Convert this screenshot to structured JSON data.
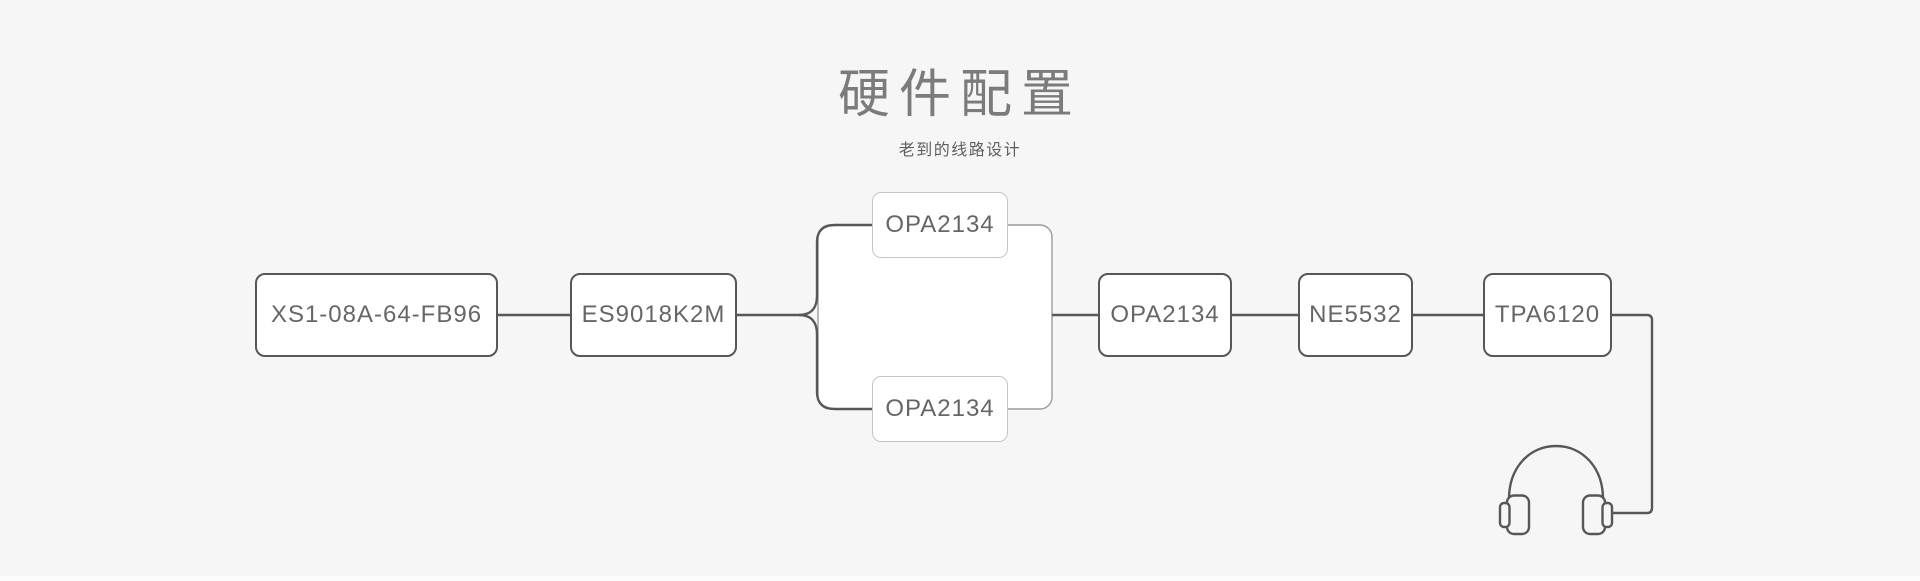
{
  "section": {
    "title": "硬件配置",
    "subtitle": "老到的线路设计"
  },
  "diagram": {
    "nodes": [
      {
        "id": "usb-interface",
        "label": "XS1-08A-64-FB96"
      },
      {
        "id": "dac",
        "label": "ES9018K2M"
      },
      {
        "id": "opamp-top",
        "label": "OPA2134"
      },
      {
        "id": "opamp-bottom",
        "label": "OPA2134"
      },
      {
        "id": "opamp-main",
        "label": "OPA2134"
      },
      {
        "id": "opamp-ne",
        "label": "NE5532"
      },
      {
        "id": "headphone-amp",
        "label": "TPA6120"
      }
    ],
    "output_icon": "headphones-icon",
    "colors": {
      "background": "#f6f6f6",
      "line_dark": "#575757",
      "box_border_dark": "#575757",
      "box_border_light": "#c5c5c5",
      "merge_line": "#9c9c9c",
      "label_text": "#666666",
      "title_text": "#7b7b7b",
      "subtitle_text": "#5f5f5f"
    }
  }
}
